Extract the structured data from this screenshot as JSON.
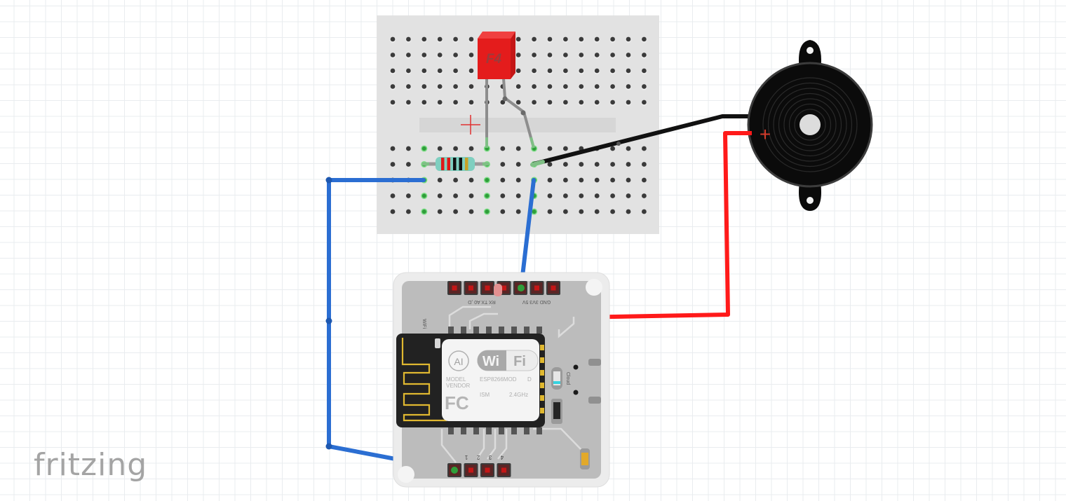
{
  "app": {
    "logo_text": "fritzing",
    "view": "Breadboard View"
  },
  "colors": {
    "breadboard": "#e2e2e2",
    "breadboard_hole": "#3a3a3a",
    "connected_hole": "#2f9e3a",
    "wire_blue": "#2b6ed2",
    "wire_red": "#ff1a1a",
    "wire_black": "#111111",
    "sensor_red": "#e41c1c",
    "board_bg": "#e6e6e6",
    "board_gray": "#b9b9b9",
    "antenna_trace": "#e0b830"
  },
  "breadboard": {
    "columns": 17,
    "top_rows": 5,
    "bottom_rows": 5,
    "crosshair": "+"
  },
  "components": {
    "sensor": {
      "label": "F4",
      "type": "tilt/sensor module"
    },
    "resistor": {
      "bands": [
        "#e01818",
        "#e01818",
        "#111111",
        "#111111",
        "#c9a227"
      ]
    },
    "buzzer": {
      "polarity_mark": "+"
    },
    "wifi_board": {
      "top_header_left": [
        "RX",
        "TX",
        "A0",
        "D..."
      ],
      "top_header_left_text": "RX TX A0 ,D",
      "top_header_right_text": "GND 3V3 5V",
      "bottom_header_labels": [
        "1",
        "2",
        "3",
        "4"
      ],
      "side_label": "WiFi",
      "module": {
        "brand_logo": "AI",
        "wifi_text_1": "Wi",
        "wifi_text_2": "Fi",
        "model_label": "MODEL",
        "vendor_label": "VENDOR",
        "model_value": "ESP8266MOD",
        "vendor_value": "D",
        "fcc_label": "FC",
        "ism_label": "ISM",
        "freq_label": "2.4GHz"
      },
      "led_label": "Cloud"
    }
  },
  "wires": [
    {
      "name": "blue-wire-left",
      "color": "blue",
      "from": "breadboard resistor row",
      "to": "wifi bottom header pin"
    },
    {
      "name": "blue-wire-center",
      "color": "blue",
      "from": "breadboard sensor row",
      "to": "wifi GND pin"
    },
    {
      "name": "black-wire",
      "color": "black",
      "from": "breadboard sensor row",
      "to": "buzzer negative"
    },
    {
      "name": "red-wire",
      "color": "red",
      "from": "wifi D pin",
      "to": "buzzer positive"
    }
  ]
}
